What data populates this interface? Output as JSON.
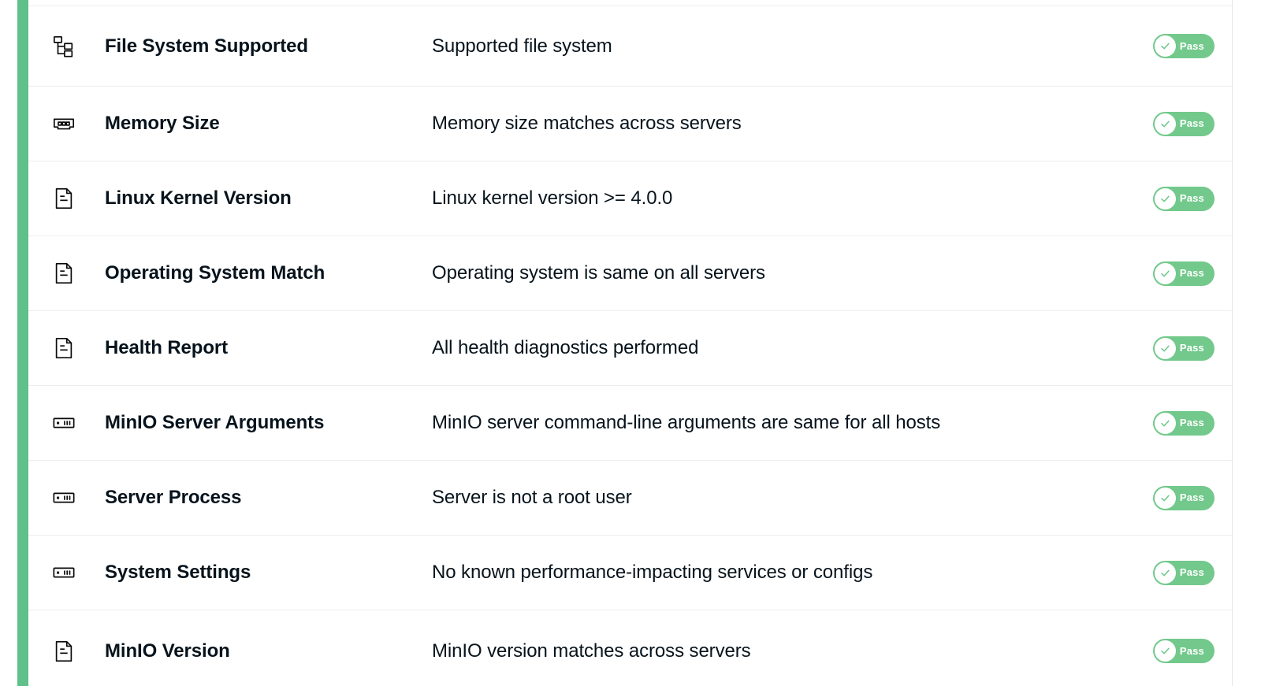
{
  "theme": {
    "accent_green": "#5FC08A",
    "badge_green": "#72C98B",
    "text_color": "#07131C",
    "row_divider": "#EDEDED",
    "panel_border": "#E6E6E6",
    "background": "#FFFFFF"
  },
  "status_badge": {
    "label": "Pass",
    "icon": "check-circle-icon"
  },
  "checks": [
    {
      "icon": "folder-tree-icon",
      "name": "File System Supported",
      "description": "Supported file system",
      "status": "Pass"
    },
    {
      "icon": "memory-stick-icon",
      "name": "Memory Size",
      "description": "Memory size matches across servers",
      "status": "Pass"
    },
    {
      "icon": "document-icon",
      "name": "Linux Kernel Version",
      "description": "Linux kernel version >= 4.0.0",
      "status": "Pass"
    },
    {
      "icon": "document-icon",
      "name": "Operating System Match",
      "description": "Operating system is same on all servers",
      "status": "Pass"
    },
    {
      "icon": "document-icon",
      "name": "Health Report",
      "description": "All health diagnostics performed",
      "status": "Pass"
    },
    {
      "icon": "server-rack-icon",
      "name": "MinIO Server Arguments",
      "description": "MinIO server command-line arguments are same for all hosts",
      "status": "Pass"
    },
    {
      "icon": "server-rack-icon",
      "name": "Server Process",
      "description": "Server is not a root user",
      "status": "Pass"
    },
    {
      "icon": "server-rack-icon",
      "name": "System Settings",
      "description": "No known performance-impacting services or configs",
      "status": "Pass"
    },
    {
      "icon": "document-icon",
      "name": "MinIO Version",
      "description": "MinIO version matches across servers",
      "status": "Pass"
    }
  ]
}
